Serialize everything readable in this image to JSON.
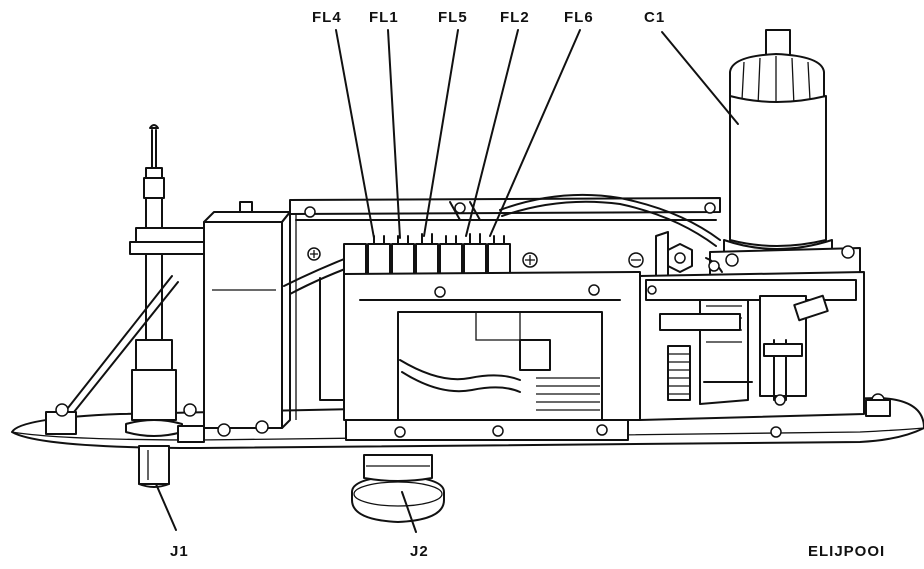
{
  "callouts": {
    "fl4": "FL4",
    "fl1": "FL1",
    "fl5": "FL5",
    "fl2": "FL2",
    "fl6": "FL6",
    "c1": "C1",
    "j1": "J1",
    "j2": "J2"
  },
  "figure_id": "ELIJPOOI"
}
